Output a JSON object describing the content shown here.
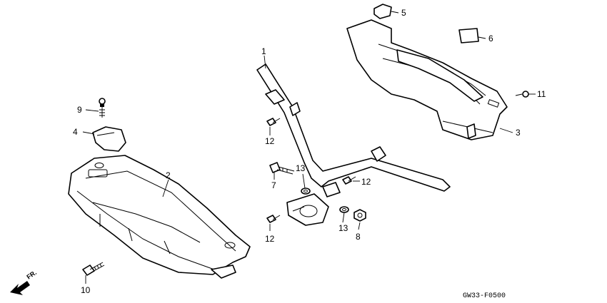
{
  "callouts": [
    {
      "id": "c1",
      "label": "1"
    },
    {
      "id": "c2",
      "label": "2"
    },
    {
      "id": "c3",
      "label": "3"
    },
    {
      "id": "c4",
      "label": "4"
    },
    {
      "id": "c5",
      "label": "5"
    },
    {
      "id": "c6",
      "label": "6"
    },
    {
      "id": "c7",
      "label": "7"
    },
    {
      "id": "c8",
      "label": "8"
    },
    {
      "id": "c9",
      "label": "9"
    },
    {
      "id": "c10",
      "label": "10"
    },
    {
      "id": "c11",
      "label": "11"
    },
    {
      "id": "c12a",
      "label": "12"
    },
    {
      "id": "c12b",
      "label": "12"
    },
    {
      "id": "c12c",
      "label": "12"
    },
    {
      "id": "c13a",
      "label": "13"
    },
    {
      "id": "c13b",
      "label": "13"
    }
  ],
  "direction_label": "FR.",
  "diagram_code": "GW33-F0500"
}
